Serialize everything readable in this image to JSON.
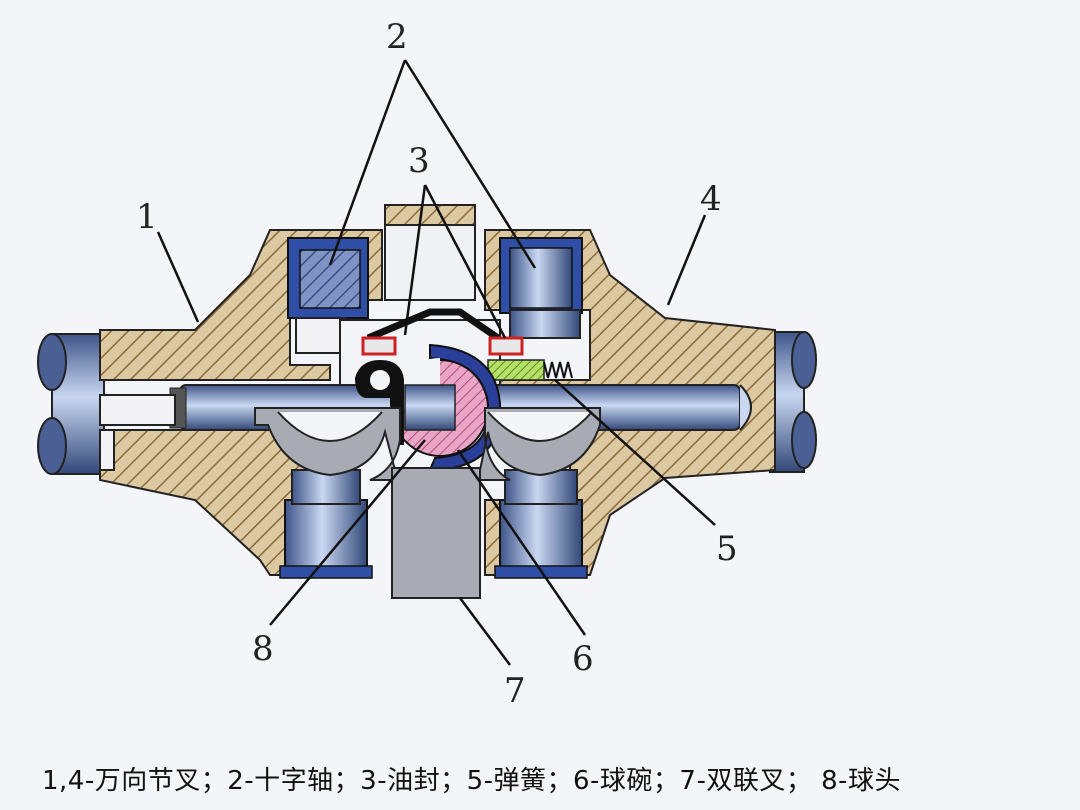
{
  "diagram": {
    "callouts": [
      "1",
      "2",
      "3",
      "4",
      "5",
      "6",
      "7",
      "8"
    ],
    "caption": "1,4-万向节叉；2-十字轴；3-油封；5-弹簧；6-球碗；7-双联叉；  8-球头"
  },
  "colors": {
    "housing": "#d8c39a",
    "hatch": "#8a6a3a",
    "shaft": "#6d86b6",
    "bearing": "#9fb4dc",
    "pink": "#e08ab0",
    "green": "#9ccf4a",
    "darkblue": "#1d2a6b"
  }
}
